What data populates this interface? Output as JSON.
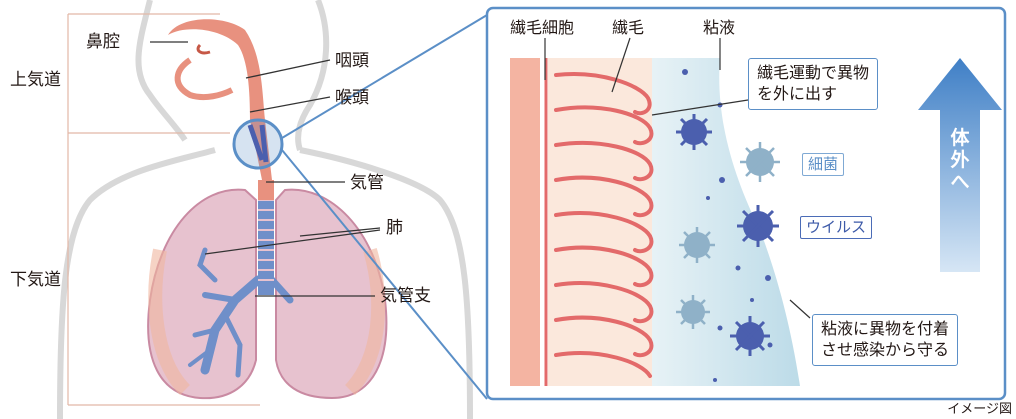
{
  "anatomy": {
    "upper_airway": "上気道",
    "lower_airway": "下気道",
    "nasal_cavity": "鼻腔",
    "pharynx": "咽頭",
    "larynx": "喉頭",
    "trachea": "気管",
    "lungs": "肺",
    "bronchi": "気管支"
  },
  "detail": {
    "ciliated_cell": "繊毛細胞",
    "cilia": "繊毛",
    "mucus": "粘液",
    "callout_cilia": [
      "繊毛運動で異物",
      "を外に出す"
    ],
    "callout_mucus": [
      "粘液に異物を付着",
      "させ感染から守る"
    ],
    "bacteria": "細菌",
    "virus": "ウイルス",
    "to_outside": [
      "体",
      "外",
      "へ"
    ]
  },
  "note": "イメージ図",
  "colors": {
    "frame": "#5b8fc7",
    "airway": "#e8917f",
    "lung": "#d6a1b8",
    "bronchi": "#6f8fc9",
    "cilia": "#e36a6a",
    "mucus": "#cfe5ef",
    "virus": "#4b5fae",
    "bacteria": "#8fb1c8",
    "arrow": "#3f7fc6"
  }
}
